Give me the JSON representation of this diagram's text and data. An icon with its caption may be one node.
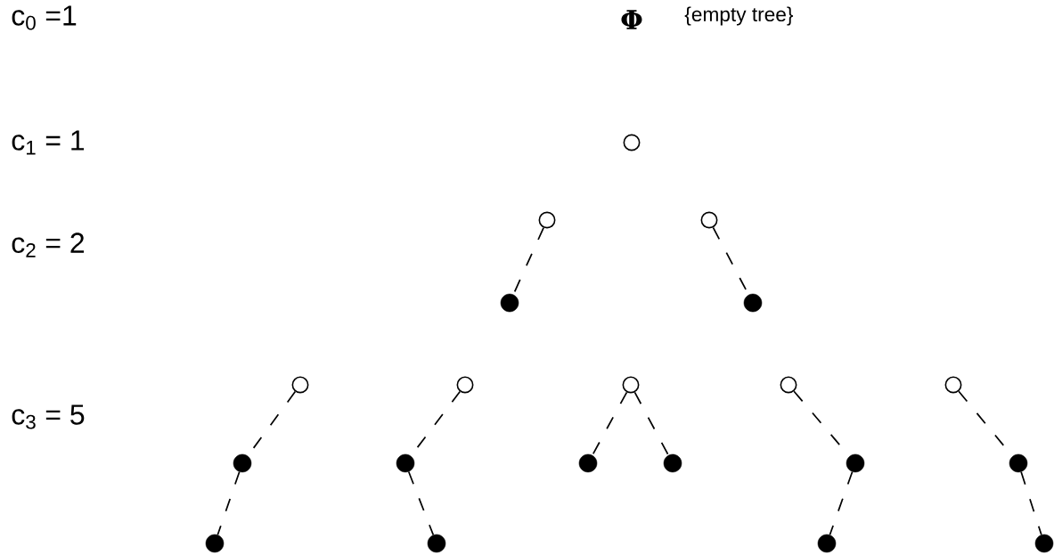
{
  "diagram": {
    "nodes": [
      {
        "text": [],
        "shape": "circle"
      },
      {
        "text": [],
        "shape": "circle"
      },
      {
        "text": [],
        "shape": "circle"
      },
      {
        "text": [],
        "shape": "dot"
      },
      {
        "text": [],
        "shape": "dot"
      },
      {
        "text": [],
        "shape": "circle"
      },
      {
        "text": [],
        "shape": "circle"
      },
      {
        "text": [],
        "shape": "circle"
      },
      {
        "text": [],
        "shape": "circle"
      },
      {
        "text": [],
        "shape": "circle"
      },
      {
        "text": [],
        "shape": "dot"
      },
      {
        "text": [],
        "shape": "dot"
      },
      {
        "text": [],
        "shape": "dot"
      },
      {
        "text": [],
        "shape": "dot"
      },
      {
        "text": [],
        "shape": "dot"
      },
      {
        "text": [],
        "shape": "dot"
      },
      {
        "text": [],
        "shape": "dot"
      },
      {
        "text": [],
        "shape": "dot"
      },
      {
        "text": [],
        "shape": "dot"
      },
      {
        "text": [],
        "shape": "dot"
      }
    ],
    "edges": [
      {
        "from": 1,
        "to": 3,
        "arrow": "none",
        "style": "dashed"
      },
      {
        "from": 2,
        "to": 4,
        "arrow": "none",
        "style": "dashed"
      },
      {
        "from": 5,
        "to": 10,
        "arrow": "none",
        "style": "dashed"
      },
      {
        "from": 10,
        "to": 16,
        "arrow": "none",
        "style": "dashed"
      },
      {
        "from": 6,
        "to": 11,
        "arrow": "none",
        "style": "dashed"
      },
      {
        "from": 11,
        "to": 17,
        "arrow": "none",
        "style": "dashed"
      },
      {
        "from": 7,
        "to": 12,
        "arrow": "none",
        "style": "dashed"
      },
      {
        "from": 7,
        "to": 13,
        "arrow": "none",
        "style": "dashed"
      },
      {
        "from": 8,
        "to": 14,
        "arrow": "none",
        "style": "dashed"
      },
      {
        "from": 14,
        "to": 18,
        "arrow": "none",
        "style": "dashed"
      },
      {
        "from": 9,
        "to": 15,
        "arrow": "none",
        "style": "dashed"
      },
      {
        "from": 15,
        "to": 19,
        "arrow": "none",
        "style": "dashed"
      }
    ],
    "labels": [
      "c$_{0}$ =1",
      "Φ",
      "{empty tree}",
      "c$_{1}$ = 1",
      "c$_{2}$ = 2",
      "c$_{3}$ = 5"
    ]
  }
}
